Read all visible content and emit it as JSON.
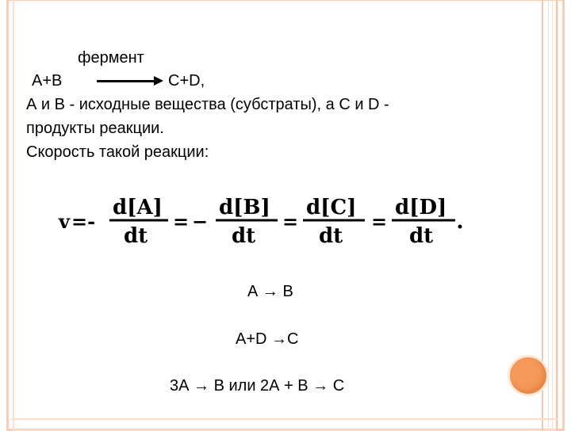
{
  "reaction": {
    "enzyme": "фермент",
    "left": "A+B",
    "right": "C+D,"
  },
  "body_lines": [
    "А и В - исходные вещества (субстраты), а С и  D -",
    "продукты реакции.",
    "Скорость такой реакции:"
  ],
  "formula": {
    "v": "v",
    "a": "d[A]",
    "b": "d[B]",
    "c": "d[C]",
    "d": "d[D]",
    "dt": "dt"
  },
  "examples": [
    "А → В",
    "А+D →С",
    "3А → В или 2А + В → С"
  ],
  "colors": {
    "border_peach": "#f7cdb4",
    "accent_orange": "#f59a5a"
  }
}
